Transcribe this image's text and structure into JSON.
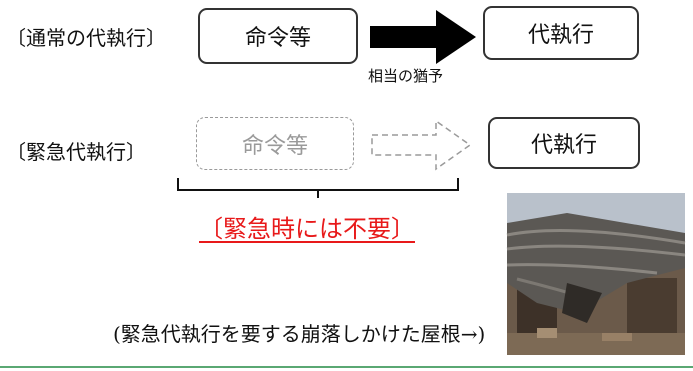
{
  "normal": {
    "label": "〔通常の代執行〕",
    "order_box": "命令等",
    "arrow_note": "相当の猶予",
    "result_box": "代執行"
  },
  "emergency": {
    "label": "〔緊急代執行〕",
    "order_box": "命令等",
    "result_box": "代執行",
    "bracket_note": "〔緊急時には不要〕"
  },
  "photo": {
    "caption": "(緊急代執行を要する崩落しかけた屋根→)"
  },
  "colors": {
    "accent_red": "#e8191a",
    "dashed_gray": "#9a9a9a",
    "bottom_line": "#5aa873"
  }
}
